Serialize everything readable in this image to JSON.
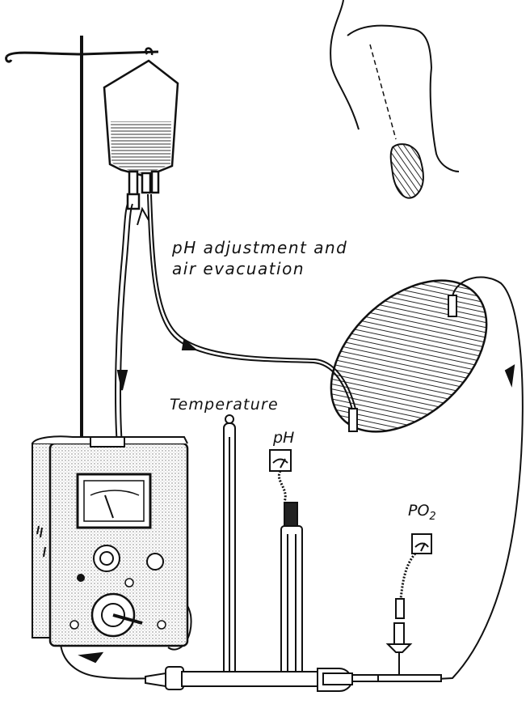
{
  "labels": {
    "ph_adjustment": "pH adjustment and",
    "air_evacuation": "air evacuation",
    "temperature": "Temperature",
    "ph": "pH",
    "po2_main": "PO",
    "po2_sub": "2"
  },
  "colors": {
    "ink": "#111111",
    "paper": "#ffffff",
    "stipple": "#8a8a8a"
  },
  "icons": [
    "iv-stand-icon",
    "infusion-bag-icon",
    "human-torso-icon",
    "kidney-icon",
    "perfused-organ-icon",
    "pump-console-icon",
    "thermometer-icon",
    "ph-meter-icon",
    "ph-electrode-icon",
    "po2-meter-icon",
    "po2-electrode-icon",
    "flow-arrow-icon"
  ]
}
